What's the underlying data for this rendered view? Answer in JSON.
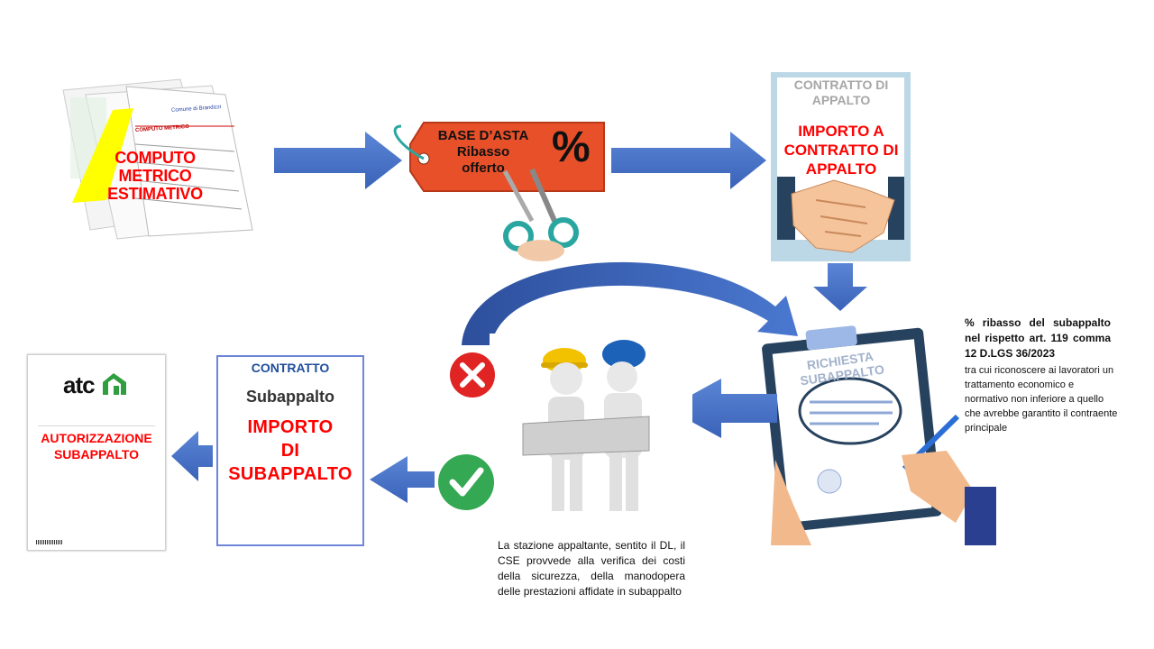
{
  "computo": {
    "line1": "COMPUTO",
    "line2": "METRICO",
    "line3": "ESTIMATIVO",
    "doc_heading": "COMPUTO METRICO",
    "doc_org": "Comune di Brandizzi"
  },
  "tag": {
    "line1": "BASE D’ASTA",
    "line2": "Ribasso",
    "line3": "offerto",
    "percent": "%"
  },
  "contratto_appalto": {
    "top1": "CONTRATTO DI",
    "top2": "APPALTO",
    "red1": "IMPORTO A",
    "red2": "CONTRATTO DI",
    "red3": "APPALTO"
  },
  "richiesta": {
    "line1": "RICHIESTA",
    "line2": "SUBAPPALTO"
  },
  "note": {
    "bold": "% ribasso del subappalto nel rispetto art. 119 comma 12 D.LGS 36/2023",
    "plain": "tra cui riconoscere ai lavoratori un trattamento economico e normativo non inferiore a quello che avrebbe garantito il contraente principale"
  },
  "caption": "La stazione appaltante, sentito il DL, il CSE provvede alla verifica dei costi della sicurezza, della manodopera delle prestazioni affidate in subappalto",
  "contratto_sub": {
    "h1": "CONTRATTO",
    "h2": "Subappalto",
    "red1": "IMPORTO",
    "red2": "DI",
    "red3": "SUBAPPALTO"
  },
  "autorizzazione": {
    "logo": "atc",
    "line1": "AUTORIZZAZIONE",
    "line2": "SUBAPPALTO"
  },
  "icons": [
    "document-stack-icon",
    "price-tag-icon",
    "scissors-icon",
    "handshake-icon",
    "clipboard-icon",
    "pen-hand-icon",
    "workers-icon",
    "reject-icon",
    "approve-icon",
    "curved-arrow-icon"
  ],
  "colors": {
    "arrow": "#4472c4",
    "red": "#ff0000",
    "reject": "#e02424",
    "approve": "#34a853",
    "tag": "#e8502a"
  }
}
